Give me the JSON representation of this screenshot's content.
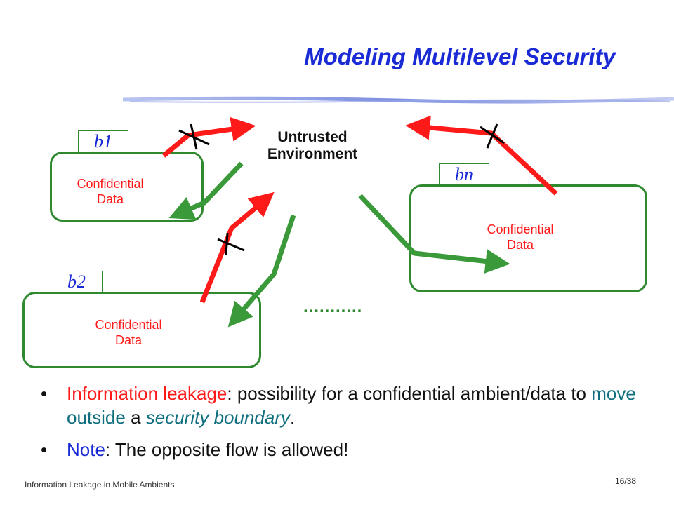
{
  "slide": {
    "title": "Modeling Multilevel Security",
    "environment_label": "Untrusted Environment",
    "ellipsis": "...........",
    "boundaries": [
      {
        "tag": "b1",
        "content": "Confidential Data"
      },
      {
        "tag": "b2",
        "content": "Confidential Data"
      },
      {
        "tag": "bn",
        "content": "Confidential Data"
      }
    ],
    "bullets": [
      {
        "term": "Information leakage",
        "text1": ": possibility for a confidential ambient/data to ",
        "highlight": "move outside",
        "text2": " a ",
        "highlight_italic": "security boundary",
        "text3": "."
      },
      {
        "term": "Note",
        "text": ": The opposite flow is allowed!"
      }
    ],
    "bullet_glyph": "•"
  },
  "footer": {
    "left": "Information Leakage in Mobile Ambients",
    "page": "16/38"
  },
  "colors": {
    "title": "#1a2bd6",
    "blocked_flow": "#ff1a1a",
    "allowed_flow": "#3a9a3a",
    "boundary": "#2f8a2f"
  }
}
